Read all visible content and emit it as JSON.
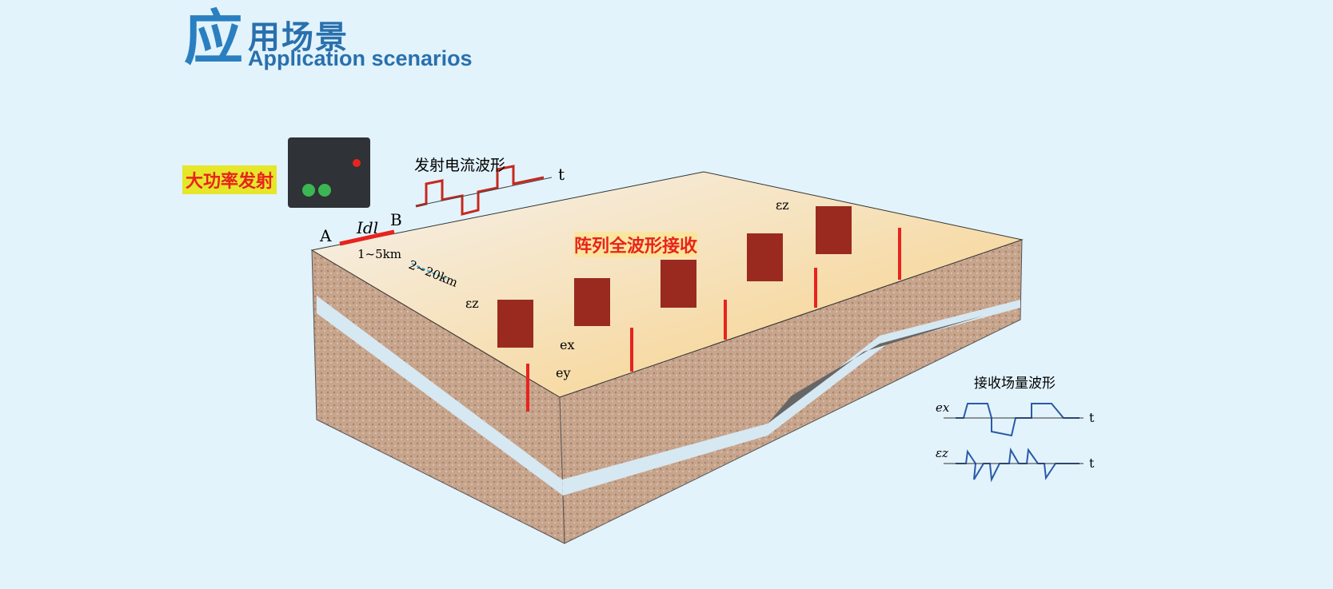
{
  "header": {
    "big_char": "应",
    "title_cn": "用场景",
    "title_en": "Application scenarios"
  },
  "diagram": {
    "transmit_label": "大功率发射",
    "transmit_waveform_label": "发射电流波形",
    "array_label": "阵列全波形接收",
    "receive_waveform_label": "接收场量波形",
    "point_a": "A",
    "point_b": "B",
    "dipole": "Idl",
    "dipole_length": "1~5km",
    "offset": "2~20km",
    "t_axis": "t",
    "ex": "ex",
    "ey": "ey",
    "ez": "εz",
    "wave_ex": "ex",
    "wave_ez": "εz"
  },
  "colors": {
    "title": "#2a7fc0",
    "red": "#e8231e",
    "soil": "#c9a78f",
    "top": "#f6d9a0"
  }
}
